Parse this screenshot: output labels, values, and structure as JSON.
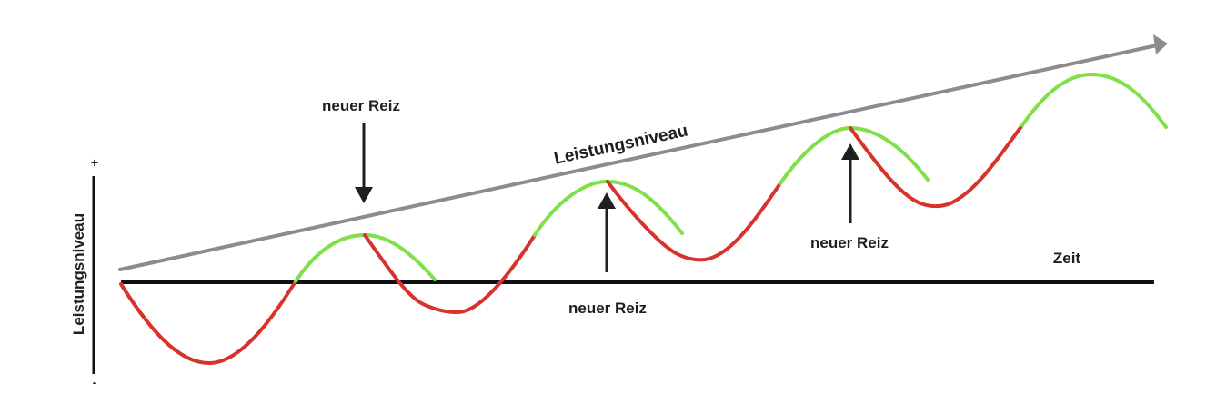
{
  "diagram": {
    "y_axis_label": "Leistungsniveau",
    "y_axis_plus": "+",
    "y_axis_minus": "-",
    "x_axis_label": "Zeit",
    "trend_label": "Leistungsniveau",
    "stimulus_labels": [
      "neuer Reiz",
      "neuer Reiz",
      "neuer Reiz"
    ],
    "colors": {
      "decline": "#d9312b",
      "rise": "#7fe04a",
      "axis": "#111111",
      "trend": "#8c8c8c",
      "arrow": "#1f1f1f"
    }
  }
}
